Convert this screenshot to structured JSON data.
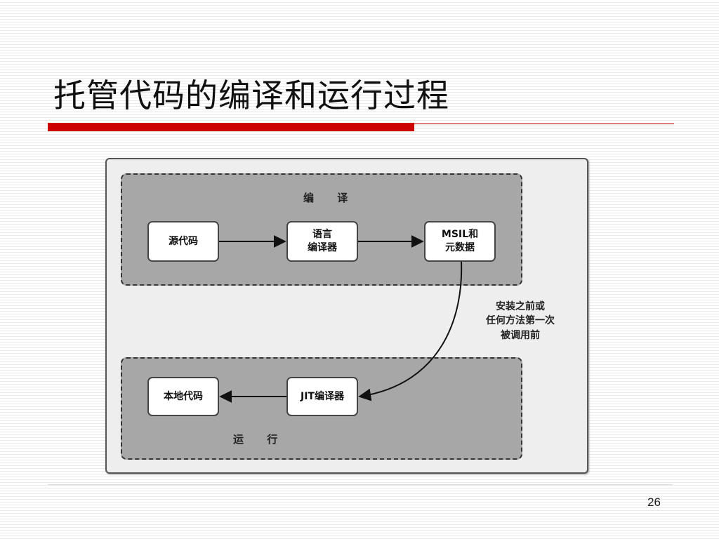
{
  "slide": {
    "title": "托管代码的编译和运行过程",
    "page_number": "26",
    "accent_color": "#cc0000"
  },
  "diagram": {
    "groups": {
      "compile": "编 译",
      "run": "运 行"
    },
    "nodes": {
      "source_code": "源代码",
      "language_compiler": "语言\n编译器",
      "msil_metadata": "MSIL和\n元数据",
      "jit_compiler": "JIT编译器",
      "native_code": "本地代码"
    },
    "edge_label": "安装之前或\n任何方法第一次\n被调用前"
  }
}
